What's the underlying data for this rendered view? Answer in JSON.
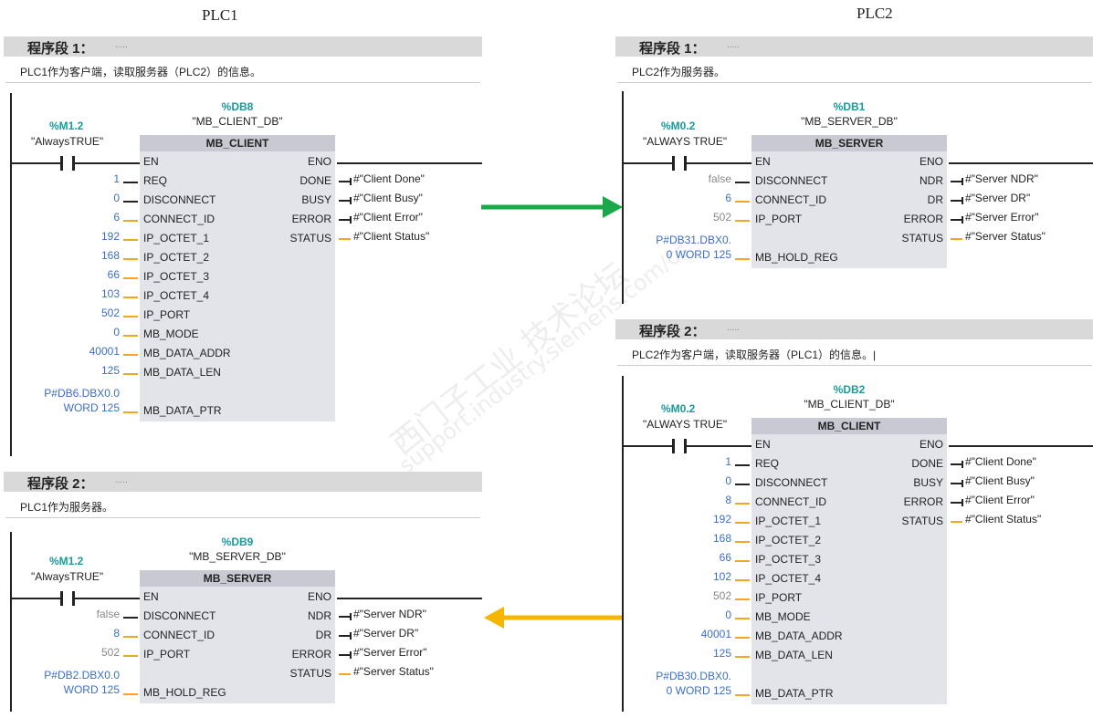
{
  "titles": {
    "plc1": "PLC1",
    "plc2": "PLC2"
  },
  "colors": {
    "header_bg": "#d9d9d9",
    "box_bg": "#e3e4ea",
    "box_title_bg": "#c8c9d2",
    "tag": "#1a9a9a",
    "value": "#3c6ec8",
    "wire_data": "#f5a623",
    "wire_bool": "#222222",
    "arrow_green": "#1aa84a",
    "arrow_yellow": "#f7b500"
  },
  "watermark": "西门子工业 support.industry.siemens.com/cs",
  "segments": [
    {
      "id": "plc1-seg1",
      "header": "程序段 1：",
      "dots": ".....",
      "comment": "PLC1作为客户端，读取服务器（PLC2）的信息。",
      "contact_tag": "%M1.2",
      "contact_name": "\"AlwaysTRUE\"",
      "db": "%DB8",
      "db_name": "\"MB_CLIENT_DB\"",
      "block": "MB_CLIENT",
      "inputs": [
        {
          "pin": "REQ",
          "value": "1",
          "type": "bool"
        },
        {
          "pin": "DISCONNECT",
          "value": "0",
          "type": "bool"
        },
        {
          "pin": "CONNECT_ID",
          "value": "6",
          "type": "data"
        },
        {
          "pin": "IP_OCTET_1",
          "value": "192",
          "type": "data"
        },
        {
          "pin": "IP_OCTET_2",
          "value": "168",
          "type": "data"
        },
        {
          "pin": "IP_OCTET_3",
          "value": "66",
          "type": "data"
        },
        {
          "pin": "IP_OCTET_4",
          "value": "103",
          "type": "data"
        },
        {
          "pin": "IP_PORT",
          "value": "502",
          "type": "data"
        },
        {
          "pin": "MB_MODE",
          "value": "0",
          "type": "data"
        },
        {
          "pin": "MB_DATA_ADDR",
          "value": "40001",
          "type": "data"
        },
        {
          "pin": "MB_DATA_LEN",
          "value": "125",
          "type": "data"
        },
        {
          "pin": "MB_DATA_PTR",
          "value": "P#DB6.DBX0.0",
          "value2": "WORD 125",
          "type": "pointer"
        }
      ],
      "outputs": [
        {
          "pin": "DONE",
          "value": "#\"Client Done\"",
          "type": "bool"
        },
        {
          "pin": "BUSY",
          "value": "#\"Client Busy\"",
          "type": "bool"
        },
        {
          "pin": "ERROR",
          "value": "#\"Client Error\"",
          "type": "bool"
        },
        {
          "pin": "STATUS",
          "value": "#\"Client Status\"",
          "type": "data"
        }
      ]
    },
    {
      "id": "plc1-seg2",
      "header": "程序段 2：",
      "dots": ".....",
      "comment": "PLC1作为服务器。",
      "contact_tag": "%M1.2",
      "contact_name": "\"AlwaysTRUE\"",
      "db": "%DB9",
      "db_name": "\"MB_SERVER_DB\"",
      "block": "MB_SERVER",
      "inputs": [
        {
          "pin": "DISCONNECT",
          "value": "false",
          "type": "bool",
          "gray": true
        },
        {
          "pin": "CONNECT_ID",
          "value": "8",
          "type": "data"
        },
        {
          "pin": "IP_PORT",
          "value": "502",
          "type": "data",
          "gray": true
        },
        {
          "pin": "MB_HOLD_REG",
          "value": "P#DB2.DBX0.0",
          "value2": "WORD 125",
          "type": "pointer"
        }
      ],
      "outputs": [
        {
          "pin": "NDR",
          "value": "#\"Server NDR\"",
          "type": "bool"
        },
        {
          "pin": "DR",
          "value": "#\"Server DR\"",
          "type": "bool"
        },
        {
          "pin": "ERROR",
          "value": "#\"Server Error\"",
          "type": "bool"
        },
        {
          "pin": "STATUS",
          "value": "#\"Server Status\"",
          "type": "data"
        }
      ]
    },
    {
      "id": "plc2-seg1",
      "header": "程序段 1：",
      "dots": ".....",
      "comment": "PLC2作为服务器。",
      "contact_tag": "%M0.2",
      "contact_name": "\"ALWAYS TRUE\"",
      "db": "%DB1",
      "db_name": "\"MB_SERVER_DB\"",
      "block": "MB_SERVER",
      "inputs": [
        {
          "pin": "DISCONNECT",
          "value": "false",
          "type": "bool",
          "gray": true
        },
        {
          "pin": "CONNECT_ID",
          "value": "6",
          "type": "data"
        },
        {
          "pin": "IP_PORT",
          "value": "502",
          "type": "data",
          "gray": true
        },
        {
          "pin": "MB_HOLD_REG",
          "value": "P#DB31.DBX0.",
          "value2": "0 WORD 125",
          "type": "pointer"
        }
      ],
      "outputs": [
        {
          "pin": "NDR",
          "value": "#\"Server NDR\"",
          "type": "bool"
        },
        {
          "pin": "DR",
          "value": "#\"Server DR\"",
          "type": "bool"
        },
        {
          "pin": "ERROR",
          "value": "#\"Server Error\"",
          "type": "bool"
        },
        {
          "pin": "STATUS",
          "value": "#\"Server Status\"",
          "type": "data"
        }
      ]
    },
    {
      "id": "plc2-seg2",
      "header": "程序段 2：",
      "dots": ".....",
      "comment": "PLC2作为客户端，读取服务器（PLC1）的信息。|",
      "contact_tag": "%M0.2",
      "contact_name": "\"ALWAYS TRUE\"",
      "db": "%DB2",
      "db_name": "\"MB_CLIENT_DB\"",
      "block": "MB_CLIENT",
      "inputs": [
        {
          "pin": "REQ",
          "value": "1",
          "type": "bool"
        },
        {
          "pin": "DISCONNECT",
          "value": "0",
          "type": "bool"
        },
        {
          "pin": "CONNECT_ID",
          "value": "8",
          "type": "data"
        },
        {
          "pin": "IP_OCTET_1",
          "value": "192",
          "type": "data"
        },
        {
          "pin": "IP_OCTET_2",
          "value": "168",
          "type": "data"
        },
        {
          "pin": "IP_OCTET_3",
          "value": "66",
          "type": "data"
        },
        {
          "pin": "IP_OCTET_4",
          "value": "102",
          "type": "data"
        },
        {
          "pin": "IP_PORT",
          "value": "502",
          "type": "data",
          "gray": true
        },
        {
          "pin": "MB_MODE",
          "value": "0",
          "type": "data"
        },
        {
          "pin": "MB_DATA_ADDR",
          "value": "40001",
          "type": "data"
        },
        {
          "pin": "MB_DATA_LEN",
          "value": "125",
          "type": "data"
        },
        {
          "pin": "MB_DATA_PTR",
          "value": "P#DB30.DBX0.",
          "value2": "0 WORD 125",
          "type": "pointer"
        }
      ],
      "outputs": [
        {
          "pin": "DONE",
          "value": "#\"Client Done\"",
          "type": "bool"
        },
        {
          "pin": "BUSY",
          "value": "#\"Client Busy\"",
          "type": "bool"
        },
        {
          "pin": "ERROR",
          "value": "#\"Client Error\"",
          "type": "bool"
        },
        {
          "pin": "STATUS",
          "value": "#\"Client Status\"",
          "type": "data"
        }
      ]
    }
  ]
}
